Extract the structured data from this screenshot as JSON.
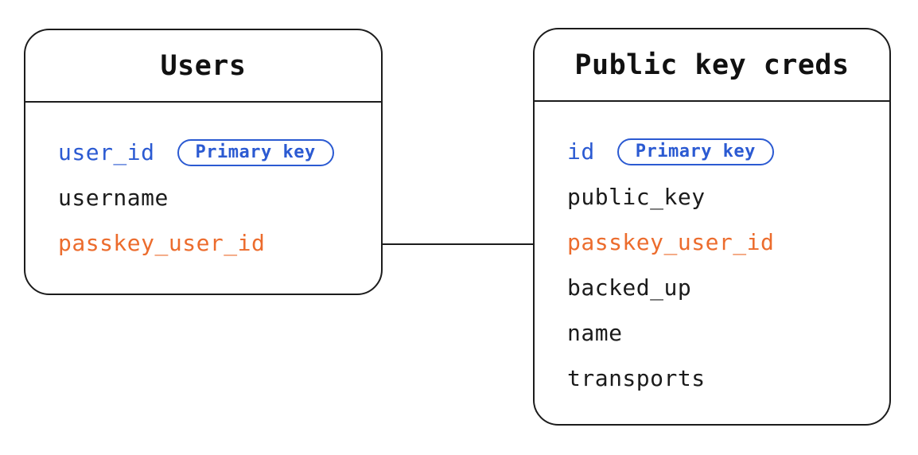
{
  "diagram": {
    "colors": {
      "primary_key_blue": "#2b5ad2",
      "foreign_key_orange": "#ec6c2d",
      "line_black": "#1c1c1c",
      "background": "#ffffff"
    },
    "tables": [
      {
        "name": "Users",
        "columns": [
          {
            "name": "user_id",
            "badge": "Primary key",
            "color": "blue"
          },
          {
            "name": "username",
            "color": "black"
          },
          {
            "name": "passkey_user_id",
            "color": "orange"
          }
        ]
      },
      {
        "name": "Public key creds",
        "columns": [
          {
            "name": "id",
            "badge": "Primary key",
            "color": "blue"
          },
          {
            "name": "public_key",
            "color": "black"
          },
          {
            "name": "passkey_user_id",
            "color": "orange"
          },
          {
            "name": "backed_up",
            "color": "black"
          },
          {
            "name": "name",
            "color": "black"
          },
          {
            "name": "transports",
            "color": "black"
          }
        ]
      }
    ],
    "relationship": {
      "from": "Users.passkey_user_id",
      "to": "Public key creds.passkey_user_id"
    }
  }
}
